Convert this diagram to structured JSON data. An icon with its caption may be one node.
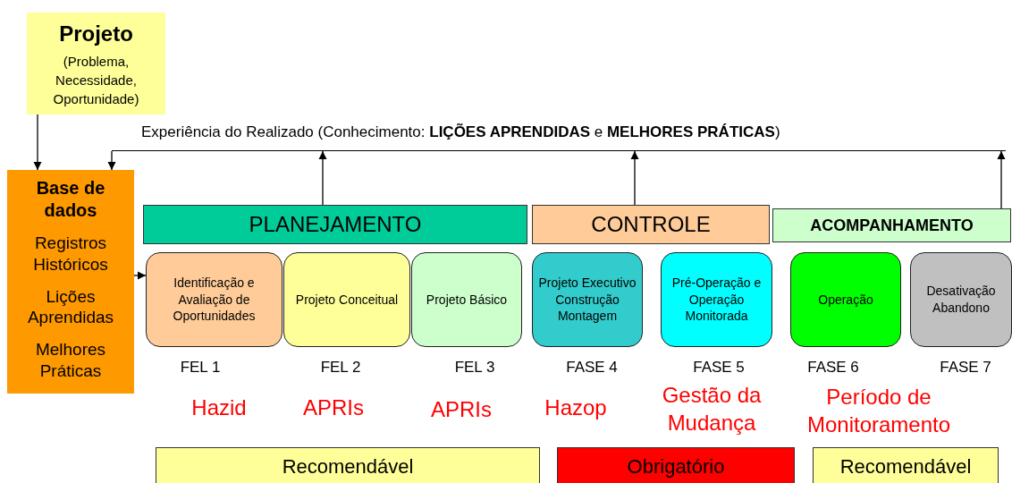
{
  "diagram": {
    "nodes": [
      {
        "text": [
          "Projeto",
          "(Problema, Necessidade, Oportunidade)"
        ]
      },
      {
        "text": [
          "Base de dados",
          "Registros Históricos",
          "Lições Aprendidas",
          "Melhores Práticas"
        ]
      },
      {
        "text": [
          "Experiência do Realizado (Conhecimento: **LIÇÕES APRENDIDAS** e **MELHORES PRÁTICAS**)"
        ]
      },
      {
        "text": [
          "PLANEJAMENTO"
        ]
      },
      {
        "text": [
          "CONTROLE"
        ]
      },
      {
        "text": [
          "ACOMPANHAMENTO"
        ]
      },
      {
        "text": [
          "Identificação e Avaliação de Oportunidades"
        ],
        "beside": [
          "FEL 1",
          "Hazid"
        ]
      },
      {
        "text": [
          "Projeto Conceitual"
        ],
        "beside": [
          "FEL 2",
          "APRIs"
        ]
      },
      {
        "text": [
          "Projeto Básico"
        ],
        "beside": [
          "FEL 3",
          "APRIs"
        ]
      },
      {
        "text": [
          "Projeto Executivo Construção Montagem"
        ],
        "beside": [
          "FASE 4",
          "Hazop"
        ]
      },
      {
        "text": [
          "Pré-Operação e Operação Monitorada"
        ],
        "beside": [
          "FASE 5",
          "Gestão da Mudança"
        ]
      },
      {
        "text": [
          "Operação"
        ],
        "beside": [
          "FASE 6",
          "Período de Monitoramento"
        ]
      },
      {
        "text": [
          "Desativação Abandono"
        ],
        "beside": [
          "FASE 7"
        ]
      },
      {
        "text": [
          "Recomendável"
        ]
      },
      {
        "text": [
          "Obrigatório"
        ]
      },
      {
        "text": [
          "Recomendável"
        ]
      }
    ],
    "edges": [
      {
        "from": 0,
        "to": 1,
        "arrow": "to"
      },
      {
        "from": 2,
        "to": 1,
        "arrow": "to"
      },
      {
        "from": 3,
        "to": 2,
        "arrow": "to"
      },
      {
        "from": 4,
        "to": 2,
        "arrow": "to"
      },
      {
        "from": 5,
        "to": 2,
        "arrow": "to"
      },
      {
        "from": 1,
        "to": 6,
        "arrow": "to"
      }
    ]
  }
}
